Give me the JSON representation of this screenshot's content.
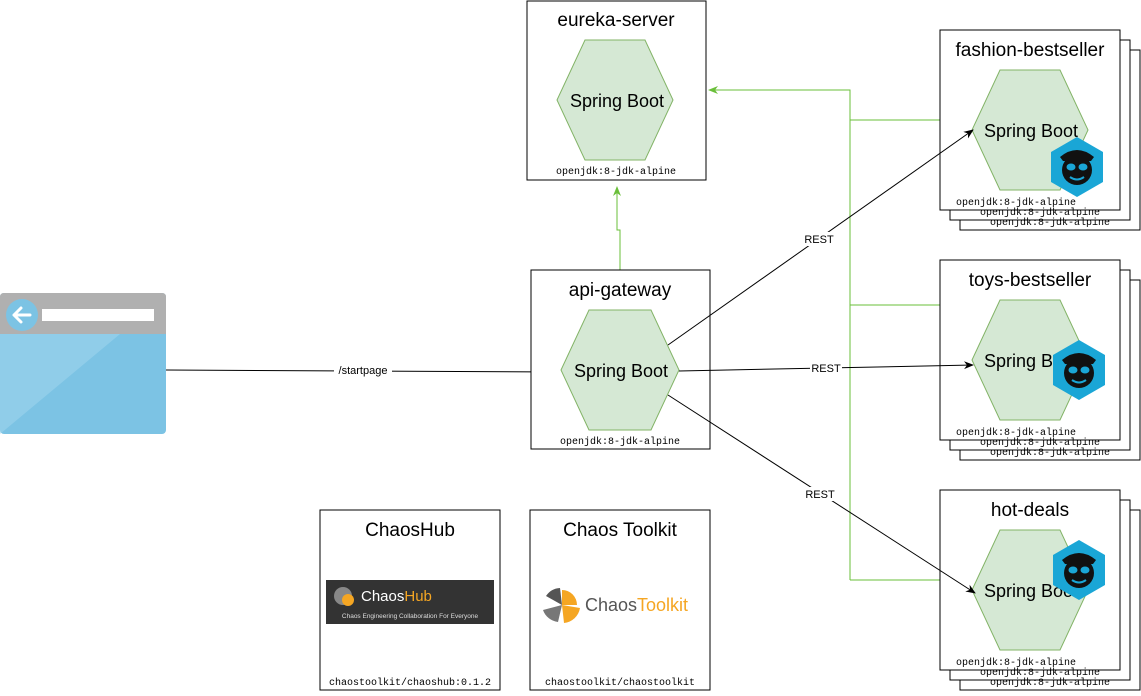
{
  "colors": {
    "green_line": "#6abf3a",
    "hex_fill": "#d5e8d4",
    "hex_stroke": "#82b366",
    "browser_blue": "#7cc3e4",
    "browser_grey": "#b0b0b0",
    "monkey_blue": "#1aa6d6",
    "chaos_orange": "#f5a623"
  },
  "services": {
    "eureka": {
      "title": "eureka-server",
      "hex": "Spring Boot",
      "image": "openjdk:8-jdk-alpine"
    },
    "gateway": {
      "title": "api-gateway",
      "hex": "Spring Boot",
      "image": "openjdk:8-jdk-alpine"
    },
    "fashion": {
      "title": "fashion-bestseller",
      "hex": "Spring Boot",
      "image": "openjdk:8-jdk-alpine",
      "image2": "openjdk:8-jdk-alpine",
      "image3": "openjdk:8-jdk-alpine"
    },
    "toys": {
      "title": "toys-bestseller",
      "hex": "Spring Boot",
      "image": "openjdk:8-jdk-alpine",
      "image2": "openjdk:8-jdk-alpine",
      "image3": "openjdk:8-jdk-alpine"
    },
    "hotdeals": {
      "title": "hot-deals",
      "hex": "Spring Boot",
      "image": "openjdk:8-jdk-alpine",
      "image2": "openjdk:8-jdk-alpine",
      "image3": "openjdk:8-jdk-alpine"
    }
  },
  "tools": {
    "chaoshub": {
      "title": "ChaosHub",
      "logo_word1": "Chaos",
      "logo_word2": "Hub",
      "tagline": "Chaos Engineering Collaboration For Everyone",
      "image": "chaostoolkit/chaoshub:0.1.2"
    },
    "toolkit": {
      "title": "Chaos Toolkit",
      "logo_word1": "Chaos",
      "logo_word2": "Toolkit",
      "image": "chaostoolkit/chaostoolkit"
    }
  },
  "edges": {
    "startpage": "/startpage",
    "rest_fashion": "REST",
    "rest_toys": "REST",
    "rest_hotdeals": "REST"
  },
  "icons": {
    "browser": "browser-window-icon",
    "back_arrow": "back-arrow-icon",
    "chaos_monkey": "chaos-monkey-icon"
  }
}
